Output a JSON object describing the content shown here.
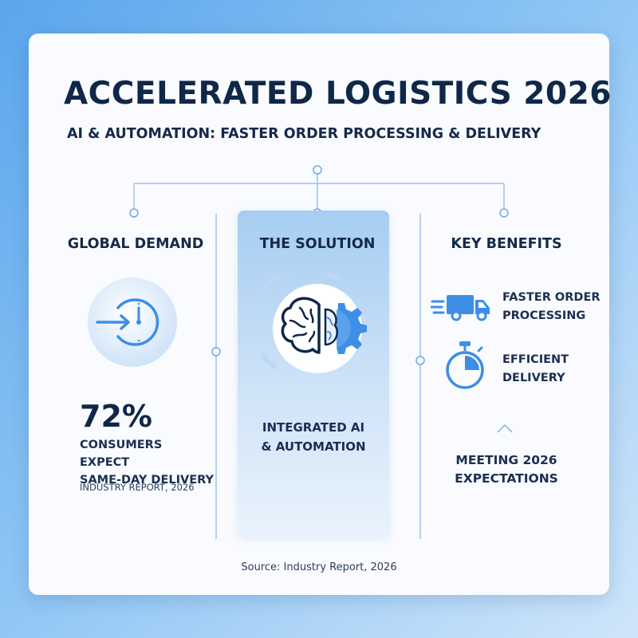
{
  "header": {
    "title": "ACCELERATED LOGISTICS 2026",
    "subtitle": "AI & AUTOMATION: FASTER ORDER PROCESSING & DELIVERY"
  },
  "columns": {
    "left": {
      "heading": "GLOBAL DEMAND",
      "icon": "clock-arrow-icon",
      "stat_value": "72%",
      "stat_line1": "CONSUMERS EXPECT",
      "stat_line2": "SAME-DAY DELIVERY",
      "stat_source": "INDUSTRY REPORT, 2026"
    },
    "center": {
      "heading": "THE SOLUTION",
      "icon": "brain-gear-icon",
      "text_line1": "INTEGRATED AI",
      "text_line2": "& AUTOMATION"
    },
    "right": {
      "heading": "KEY BENEFITS",
      "benefits": [
        {
          "icon": "fast-truck-icon",
          "line1": "FASTER ORDER",
          "line2": "PROCESSING"
        },
        {
          "icon": "stopwatch-icon",
          "line1": "EFFICIENT",
          "line2": "DELIVERY"
        }
      ],
      "closing_icon": "chevron-up-icon",
      "closing_line1": "MEETING 2026",
      "closing_line2": "EXPECTATIONS"
    }
  },
  "footer": {
    "source": "Source: Industry Report, 2026"
  },
  "colors": {
    "accent": "#3d8ee6",
    "dark_text": "#0f2748",
    "line": "#9cc3ec"
  }
}
